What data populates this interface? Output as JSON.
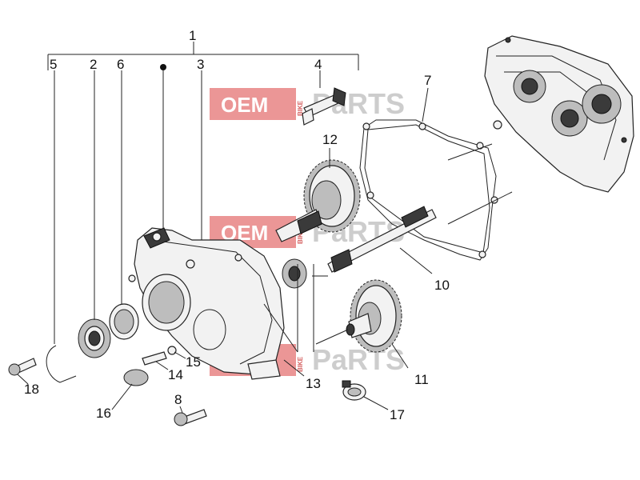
{
  "diagram": {
    "callouts": {
      "c1": "1",
      "c2": "2",
      "c3": "3",
      "c4": "4",
      "c5": "5",
      "c6": "6",
      "c7": "7",
      "c8": "8",
      "c10": "10",
      "c11": "11",
      "c12": "12",
      "c13": "13",
      "c14": "14",
      "c15": "15",
      "c16": "16",
      "c17": "17",
      "c18": "18"
    },
    "watermark": {
      "brand_left": "OEM",
      "brand_mid": "BIKE",
      "brand_right": "PaRTS",
      "color_red": "#e53935",
      "color_grey": "#9e9e9e"
    }
  }
}
